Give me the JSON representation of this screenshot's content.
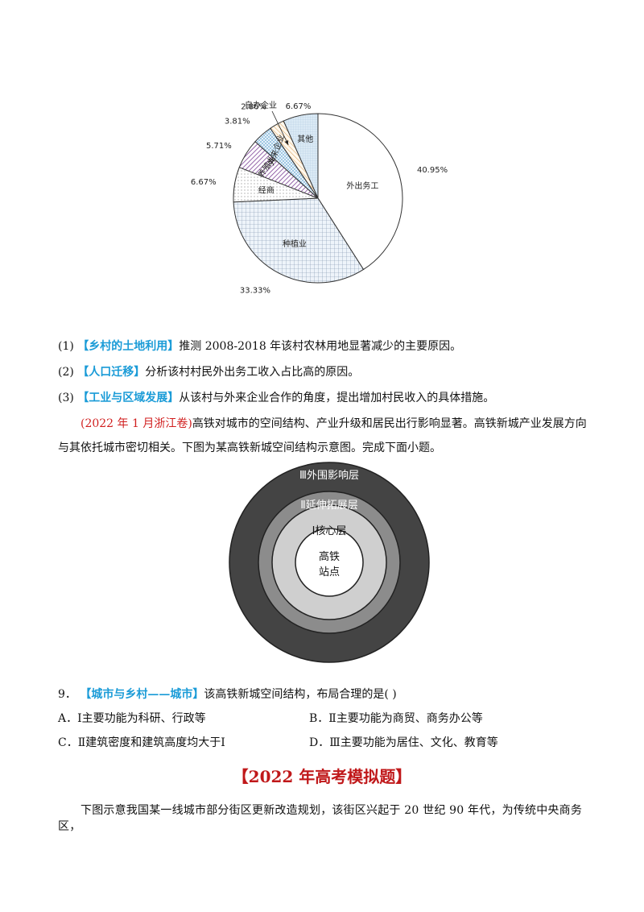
{
  "chart_data": {
    "type": "pie",
    "slices": [
      {
        "label": "外出务工",
        "value": 40.95,
        "value_label": "40.95%"
      },
      {
        "label": "种植业",
        "value": 33.33,
        "value_label": "33.33%"
      },
      {
        "label": "经商",
        "value": 6.67,
        "value_label": "6.67%"
      },
      {
        "label": "养殖业",
        "value": 5.71,
        "value_label": "5.71%"
      },
      {
        "label": "外来企业",
        "value": 3.81,
        "value_label": "3.81%"
      },
      {
        "label": "自办企业",
        "value": 2.86,
        "value_label": "2.86%"
      },
      {
        "label": "其他",
        "value": 6.67,
        "value_label": "6.67%"
      }
    ]
  },
  "questions": [
    {
      "num": "(1)",
      "tag": "【乡村的土地利用】",
      "text": "推测 2008-2018 年该村农林用地显著减少的主要原因。"
    },
    {
      "num": "(2)",
      "tag": "【人口迁移】",
      "text": "分析该村村民外出务工收入占比高的原因。"
    },
    {
      "num": "(3)",
      "tag": "【工业与区域发展】",
      "text": "从该村与外来企业合作的角度，提出增加村民收入的具体措施。"
    }
  ],
  "intro": {
    "source": "(2022 年 1 月浙江卷)",
    "line1": "高铁对城市的空间结构、产业升级和居民出行影响显著。高铁新城产业发展方向",
    "line2": "与其依托城市密切相关。下图为某高铁新城空间结构示意图。完成下面小题。"
  },
  "diagram": {
    "layers": [
      "Ⅲ外围影响层",
      "Ⅱ延伸拓展层",
      "Ⅰ核心层"
    ],
    "center_line1": "高铁",
    "center_line2": "站点",
    "colors": [
      "#444444",
      "#8c8c8c",
      "#cfcfcf",
      "#ffffff"
    ]
  },
  "q9": {
    "num": "9．",
    "tag": "【城市与乡村——城市】",
    "text": "该高铁新城空间结构，布局合理的是(    )",
    "options": [
      {
        "key": "A．",
        "text": "Ⅰ主要功能为科研、行政等"
      },
      {
        "key": "B．",
        "text": "Ⅱ主要功能为商贸、商务办公等"
      },
      {
        "key": "C．",
        "text": "Ⅱ建筑密度和建筑高度均大于Ⅰ"
      },
      {
        "key": "D．",
        "text": "Ⅲ主要功能为居住、文化、教育等"
      }
    ]
  },
  "section_title": "【2022 年高考模拟题】",
  "last_para": "下图示意我国某一线城市部分街区更新改造规划，该街区兴起于 20 世纪 90 年代，为传统中央商务区，"
}
